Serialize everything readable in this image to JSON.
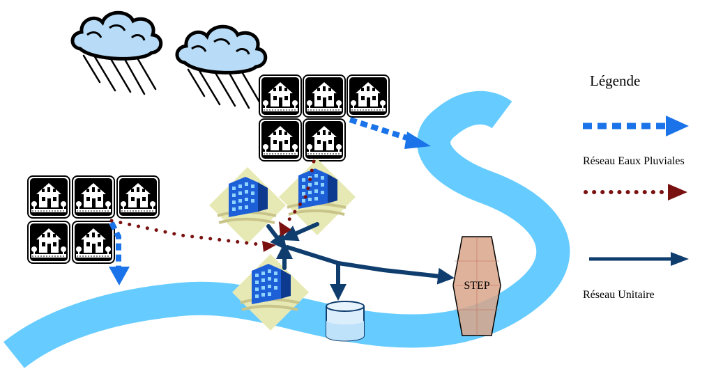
{
  "legend": {
    "title": "Légende",
    "items": [
      {
        "label": "Réseau Eaux Pluviales",
        "style": "dashed-square",
        "color": "#1a73e8"
      },
      {
        "label": "",
        "style": "dotted",
        "color": "#7a1111"
      },
      {
        "label": "Réseau Unitaire",
        "style": "solid",
        "color": "#0f3d6e"
      }
    ]
  },
  "plant_label": "STEP",
  "colors": {
    "river": "#66ccff",
    "storm_arrow": "#1a73e8",
    "waste_arrow": "#7a1111",
    "combined_arrow": "#0f3d6e",
    "cloud": "#b8dcf7",
    "plant": "#d9a58a"
  },
  "icons": [
    "cloud-rain-icon",
    "house-icon",
    "building-icon",
    "tank-icon",
    "treatment-plant-icon"
  ]
}
